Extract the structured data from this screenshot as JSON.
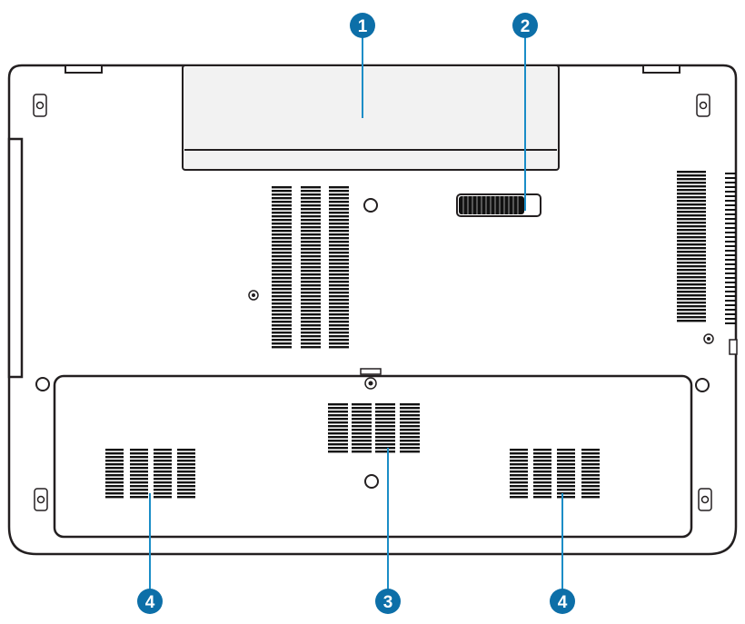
{
  "colors": {
    "outline": "#231f20",
    "body_fill": "#ffffff",
    "recess_fill": "#eeeeee",
    "vent_fill": "#111111",
    "callout_blue": "#1a8dc7",
    "badge_fill": "#0d6fa8"
  },
  "callouts": [
    {
      "id": "battery-pack",
      "number": "1"
    },
    {
      "id": "battery-lock",
      "number": "2"
    },
    {
      "id": "compartment-cover",
      "number": "3"
    },
    {
      "id": "left-speaker",
      "number": "4"
    },
    {
      "id": "right-speaker",
      "number": "4"
    }
  ]
}
